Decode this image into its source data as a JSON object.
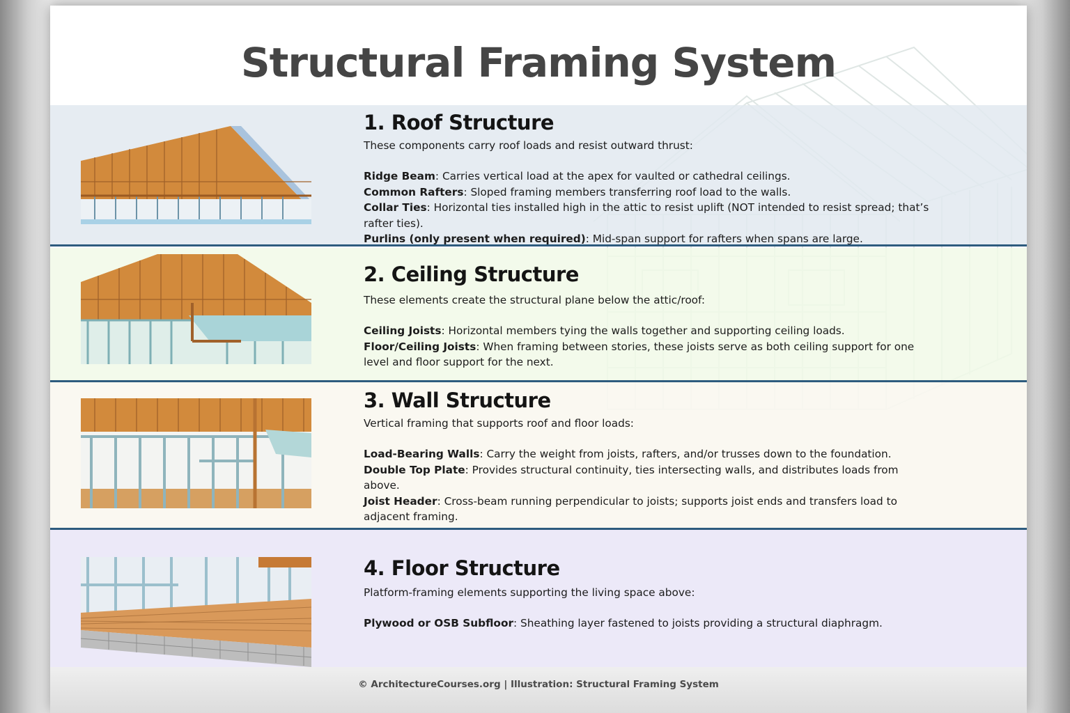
{
  "title": "Structural Framing System",
  "sections": [
    {
      "heading": "1. Roof Structure",
      "intro": "These components carry roof loads and resist outward thrust:",
      "items": [
        {
          "term": "Ridge Beam",
          "desc": ": Carries vertical load at the apex for vaulted or cathedral ceilings."
        },
        {
          "term": "Common Rafters",
          "desc": ": Sloped framing members transferring roof load to the walls."
        },
        {
          "term": "Collar Ties",
          "desc": ": Horizontal ties installed high in the attic to resist uplift (NOT intended to resist spread; that’s rafter ties)."
        },
        {
          "term": "Purlins (only present when required)",
          "desc": ":  Mid-span support for rafters when spans are large."
        }
      ]
    },
    {
      "heading": "2. Ceiling Structure",
      "intro": "These elements create the structural plane below the attic/roof:",
      "items": [
        {
          "term": "Ceiling Joists",
          "desc": ": Horizontal members tying the walls together and supporting ceiling loads."
        },
        {
          "term": "Floor/Ceiling Joists",
          "desc": ": When framing between stories, these joists serve as both ceiling support for one level and floor support for the next."
        }
      ]
    },
    {
      "heading": "3. Wall Structure",
      "intro": "Vertical framing that supports roof and floor loads:",
      "items": [
        {
          "term": "Load-Bearing Walls",
          "desc": ": Carry the weight from joists, rafters, and/or trusses down to the foundation."
        },
        {
          "term": "Double Top Plate",
          "desc": ": Provides structural continuity, ties intersecting walls, and distributes loads from above."
        },
        {
          "term": "Joist Header",
          "desc": ": Cross-beam running perpendicular to joists; supports joist ends and transfers load to adjacent framing."
        }
      ]
    },
    {
      "heading": "4. Floor Structure",
      "intro": "Platform-framing elements supporting the living space above:",
      "items": [
        {
          "term": "Plywood or OSB Subfloor",
          "desc": ": Sheathing layer fastened to joists providing a structural diaphragm."
        }
      ]
    }
  ],
  "footer": "© ArchitectureCourses.org | Illustration: Structural Framing System",
  "colors": {
    "divider": "#2d5b7e",
    "timber": "#d28a3c",
    "steel": "#9fc7cc"
  }
}
